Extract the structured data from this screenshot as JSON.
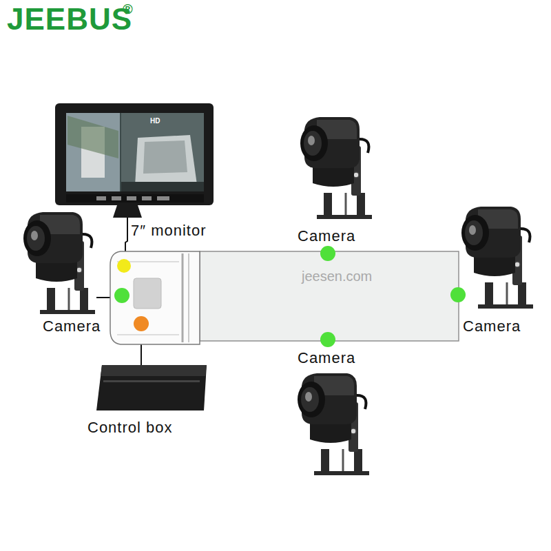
{
  "diagram": {
    "title": "JEEBUS",
    "labels": [
      "®",
      "HD",
      "7″ monitor",
      "Camera",
      "Camera",
      "Camera",
      "Camera",
      "Control box",
      "jeesen.com"
    ]
  }
}
